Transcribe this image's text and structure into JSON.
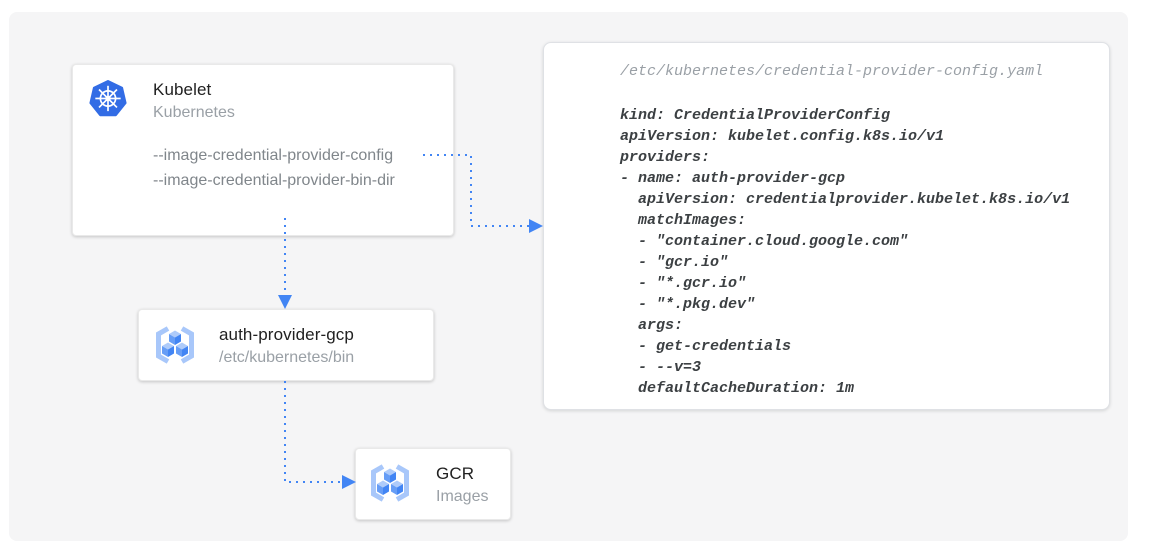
{
  "colors": {
    "canvas_bg": "#f5f5f6",
    "connector_blue": "#4285f4",
    "kubernetes_blue": "#326ce5",
    "gcr_icon_light_blue": "#aecbfa",
    "gcr_icon_medium_blue": "#669df6",
    "node_title_text": "#212121",
    "node_subtitle_text": "#9aa0a6",
    "flag_text": "#80868b",
    "code_text": "#3c4043",
    "code_path_text": "#9aa0a6",
    "node_bg": "#ffffff"
  },
  "nodes": {
    "kubelet": {
      "icon": "kubernetes-icon",
      "title": "Kubelet",
      "subtitle": "Kubernetes",
      "flags": [
        "--image-credential-provider-config",
        "--image-credential-provider-bin-dir"
      ]
    },
    "auth_provider_gcp": {
      "icon": "gcr-icon",
      "title": "auth-provider-gcp",
      "subtitle": "/etc/kubernetes/bin"
    },
    "gcr": {
      "icon": "gcr-icon",
      "title": "GCR",
      "subtitle": "Images"
    }
  },
  "code_panel": {
    "file_path": "/etc/kubernetes/credential-provider-config.yaml",
    "lines": [
      "kind: CredentialProviderConfig",
      "apiVersion: kubelet.config.k8s.io/v1",
      "providers:",
      "- name: auth-provider-gcp",
      "  apiVersion: credentialprovider.kubelet.k8s.io/v1",
      "  matchImages:",
      "  - \"container.cloud.google.com\"",
      "  - \"gcr.io\"",
      "  - \"*.gcr.io\"",
      "  - \"*.pkg.dev\"",
      "  args:",
      "  - get-credentials",
      "  - --v=3",
      "  defaultCacheDuration: 1m"
    ]
  },
  "connectors": [
    {
      "from": "kubelet --image-credential-provider-config flag",
      "to": "credential provider config yaml panel"
    },
    {
      "from": "kubelet",
      "to": "auth-provider-gcp plugin binary"
    },
    {
      "from": "auth-provider-gcp plugin binary",
      "to": "GCR images"
    }
  ]
}
